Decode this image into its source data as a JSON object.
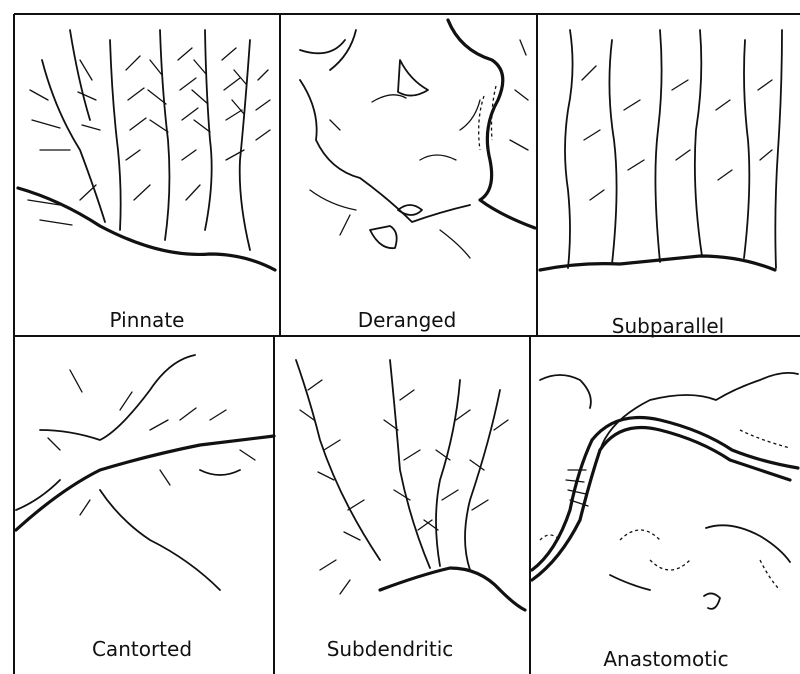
{
  "figure": {
    "panels": [
      {
        "id": "pinnate",
        "label": "Pinnate"
      },
      {
        "id": "deranged",
        "label": "Deranged"
      },
      {
        "id": "subparallel",
        "label": "Subparallel"
      },
      {
        "id": "contorted",
        "label": "Cantorted"
      },
      {
        "id": "subdendritic",
        "label": "Subdendritic"
      },
      {
        "id": "anastomotic",
        "label": "Anastomotic"
      }
    ]
  }
}
